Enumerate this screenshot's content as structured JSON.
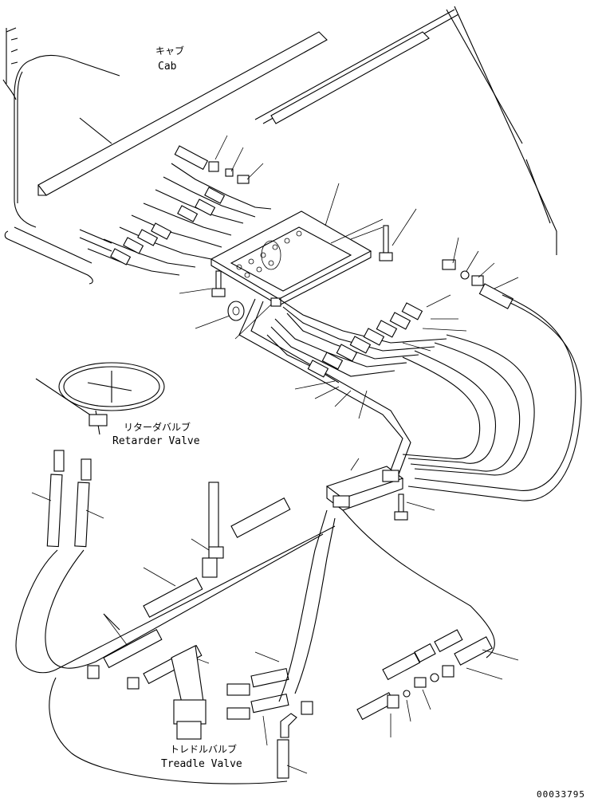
{
  "labels": {
    "cab_jp": "キャブ",
    "cab_en": "Cab",
    "retarder_jp": "リターダバルブ",
    "retarder_en": "Retarder Valve",
    "treadle_jp": "トレドルバルブ",
    "treadle_en": "Treadle Valve"
  },
  "document_number": "00033795"
}
